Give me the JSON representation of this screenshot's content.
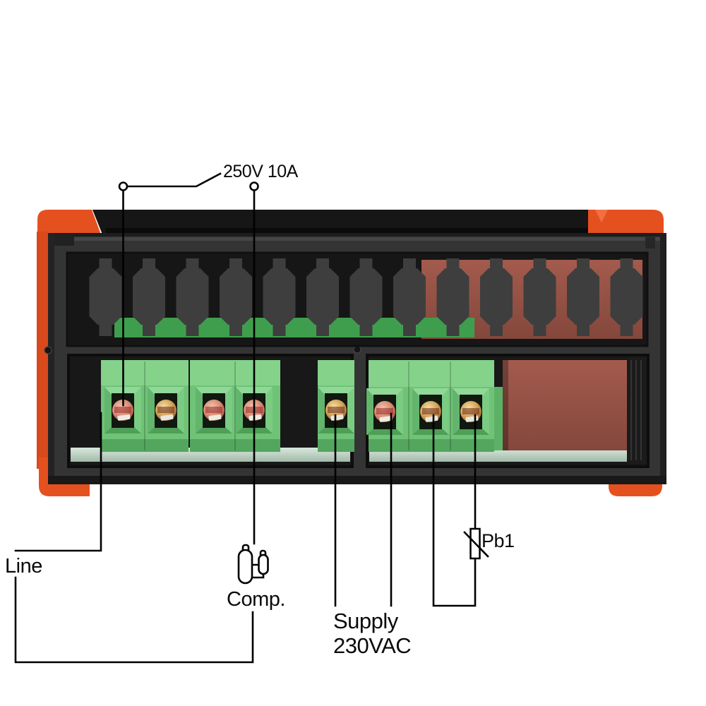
{
  "labels": {
    "relay_rating": "250V 10A",
    "line": "Line",
    "compressor": "Comp.",
    "supply_line1": "Supply",
    "supply_line2": "230VAC",
    "probe": "Pb1"
  },
  "icons": {
    "compressor": "compressor-icon",
    "thermistor": "thermistor-icon",
    "relay_contacts": "relay-contact-circle-icon"
  },
  "colors": {
    "background": "#ffffff",
    "bezel_orange": "#e5501f",
    "top_bar_black": "#161616",
    "housing_gray": "#343434",
    "pillar_gray": "#3e3e3e",
    "terminal_green": "#6fc377",
    "board_brown": "#9a574a",
    "vent_green": "#3f9e4d",
    "pcb_edge_green": "#c3d8c9",
    "annotation_black": "#000000"
  },
  "device": {
    "vent_pillar_count": 13,
    "left_bay_screw_count": 5,
    "right_bay_screw_count": 3
  }
}
